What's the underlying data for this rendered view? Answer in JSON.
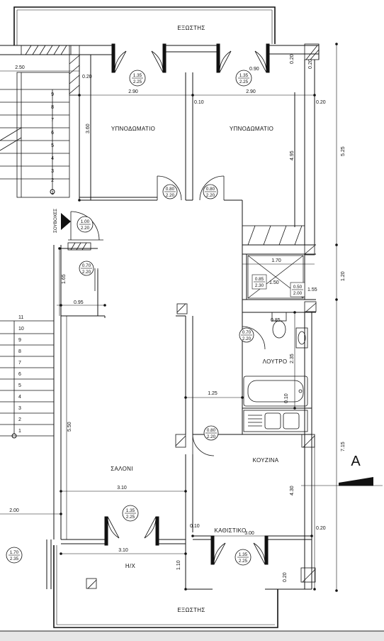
{
  "rooms": {
    "exostis_top": "ΕΞΩΣΤΗΣ",
    "ypnodomatio_1": "ΥΠΝΟΔΩΜΑΤΙΟ",
    "ypnodomatio_2": "ΥΠΝΟΔΩΜΑΤΙΟ",
    "loutro": "ΛΟΥΤΡΟ",
    "kouzina": "ΚΟΥΖΙΝΑ",
    "saloni": "ΣΑΛΟΝΙ",
    "kathistiko": "ΚΑΘΙΣΤΙΚΟ",
    "hx": "Η/Χ",
    "exostis_bottom": "ΕΞΩΣΤΗΣ",
    "sovoxes": "ΣΟΥΒΟΧΕΣ"
  },
  "openings": [
    {
      "id": "d1",
      "w": "1.35",
      "h": "2.25"
    },
    {
      "id": "d2",
      "w": "1.35",
      "h": "2.25"
    },
    {
      "id": "d3",
      "w": "0.80",
      "h": "2.20"
    },
    {
      "id": "d4",
      "w": "0.80",
      "h": "2.20"
    },
    {
      "id": "d5",
      "w": "1.00",
      "h": "2.20"
    },
    {
      "id": "d6",
      "w": "0.70",
      "h": "2.20"
    },
    {
      "id": "d7",
      "w": "0.85",
      "h": "2.30"
    },
    {
      "id": "d8",
      "w": "0.50",
      "h": "2.00"
    },
    {
      "id": "d9",
      "w": "0.70",
      "h": "2.20"
    },
    {
      "id": "d10",
      "w": "0.80",
      "h": "2.20"
    },
    {
      "id": "d11",
      "w": "1.35",
      "h": "2.25"
    },
    {
      "id": "d12",
      "w": "1.70",
      "h": "2.35"
    },
    {
      "id": "d13",
      "w": "1.35",
      "h": "2.25"
    }
  ],
  "dimensions": {
    "d250": "2.50",
    "d020a": "0.20",
    "d090": "0.90",
    "d020b": "0.20",
    "d290a": "2.90",
    "d290b": "2.90",
    "d010a": "0.10",
    "d020c": "0.20",
    "d360": "3.60",
    "d495": "4.95",
    "d525": "5.25",
    "d170": "1.70",
    "d150": "1.50",
    "d155": "1.55",
    "d120": "1.20",
    "d165": "1.65",
    "d095": "0.95",
    "d085": "0.85",
    "d235": "2.35",
    "d125": "1.25",
    "d550": "5.50",
    "d310a": "3.10",
    "d200": "2.00",
    "d010b": "0.10",
    "d300": "3.00",
    "d020d": "0.20",
    "d310b": "3.10",
    "d110": "1.10",
    "d430": "4.30",
    "d715": "7.15",
    "d020e": "0.20",
    "d020f": "0.20",
    "d010c": "0.10"
  },
  "stairs_upper": [
    "9",
    "8",
    "7",
    "6",
    "5",
    "4",
    "3",
    "2",
    "1"
  ],
  "stairs_lower": [
    "11",
    "10",
    "9",
    "8",
    "7",
    "6",
    "5",
    "4",
    "3",
    "2",
    "1"
  ],
  "section_label": "A"
}
